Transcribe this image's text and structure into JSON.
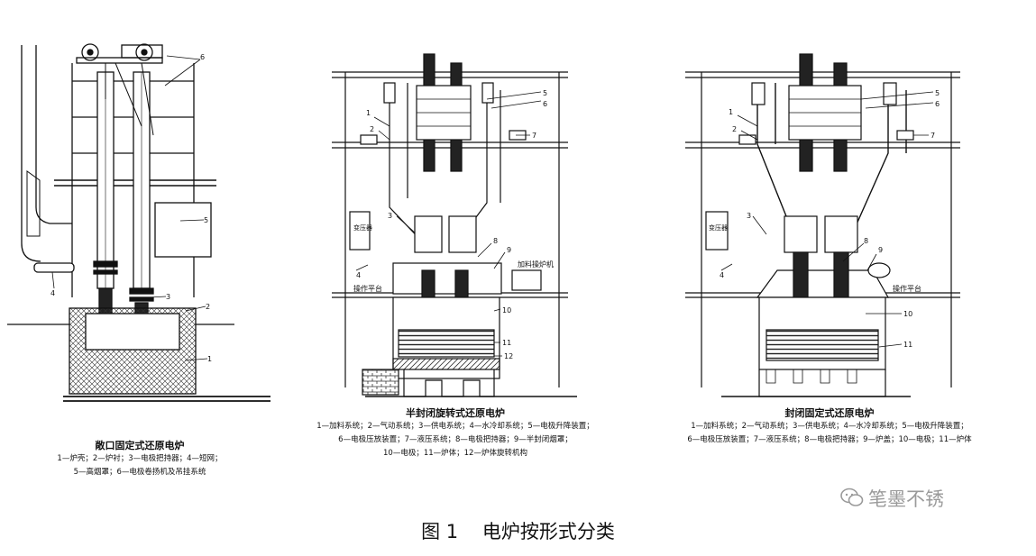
{
  "figure": {
    "number": "图 1",
    "title": "电炉按形式分类"
  },
  "watermark": {
    "text": "笔墨不锈",
    "icon": "wechat-icon"
  },
  "diagram_left": {
    "title": "敞口固定式还原电炉",
    "legend_lines": [
      "1—炉壳；2—炉衬；3—电极把持器；4—短网；",
      "5—高烟罩；6—电极卷扬机及吊挂系统"
    ],
    "callouts": [
      "1",
      "2",
      "3",
      "4",
      "5",
      "6"
    ]
  },
  "diagram_middle": {
    "title": "半封闭旋转式还原电炉",
    "legend_lines": [
      "1—加料系统；2—气动系统；3—供电系统；4—水冷却系统；5—电极升降装置；",
      "6—电极压放装置；7—液压系统；8—电极把持器；9—半封闭烟罩；",
      "10—电极；11—炉体；12—炉体旋转机构"
    ],
    "callouts": [
      "1",
      "2",
      "3",
      "4",
      "5",
      "6",
      "7",
      "8",
      "9",
      "10",
      "11",
      "12"
    ],
    "labels": [
      "加料操炉机",
      "操作平台",
      "变压器"
    ]
  },
  "diagram_right": {
    "title": "封闭固定式还原电炉",
    "legend_lines": [
      "1—加料系统；2—气动系统；3—供电系统；4—水冷却系统；5—电极升降装置；",
      "6—电极压放装置；7—液压系统；8—电极把持器；9—炉盖；10—电极；11—炉体"
    ],
    "callouts": [
      "1",
      "2",
      "3",
      "4",
      "5",
      "6",
      "7",
      "8",
      "9",
      "10",
      "11"
    ],
    "labels": [
      "操作平台",
      "变压器"
    ]
  }
}
